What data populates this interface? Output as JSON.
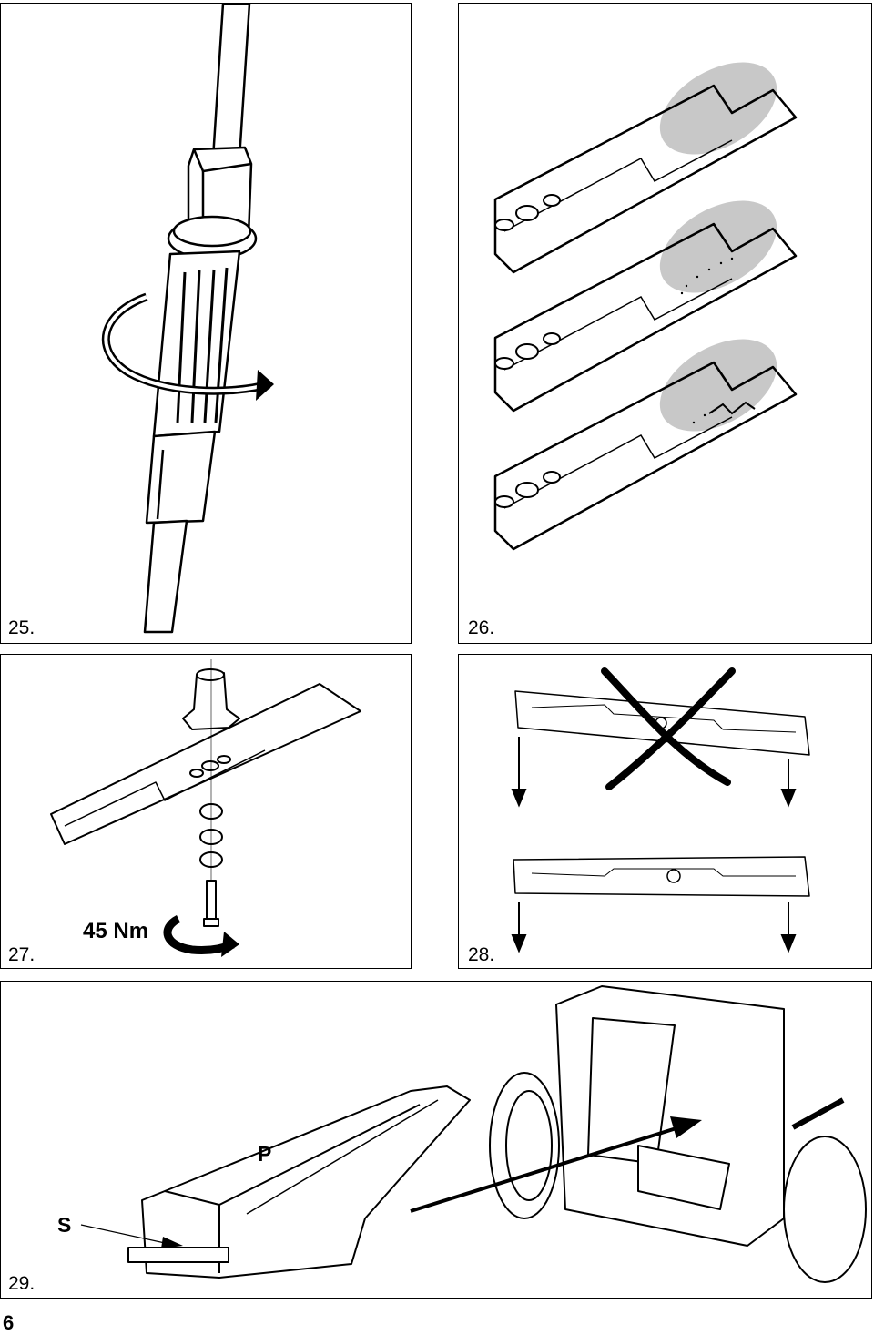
{
  "figures": {
    "fig25": {
      "number": "25."
    },
    "fig26": {
      "number": "26."
    },
    "fig27": {
      "number": "27.",
      "torque": "45 Nm"
    },
    "fig28": {
      "number": "28."
    },
    "fig29": {
      "number": "29.",
      "label_p": "P",
      "label_s": "S"
    }
  },
  "page_number": "6",
  "icons": [
    "rotation-arrow-icon",
    "cross-out-icon",
    "down-arrow-icon",
    "pointer-arrow-icon"
  ]
}
